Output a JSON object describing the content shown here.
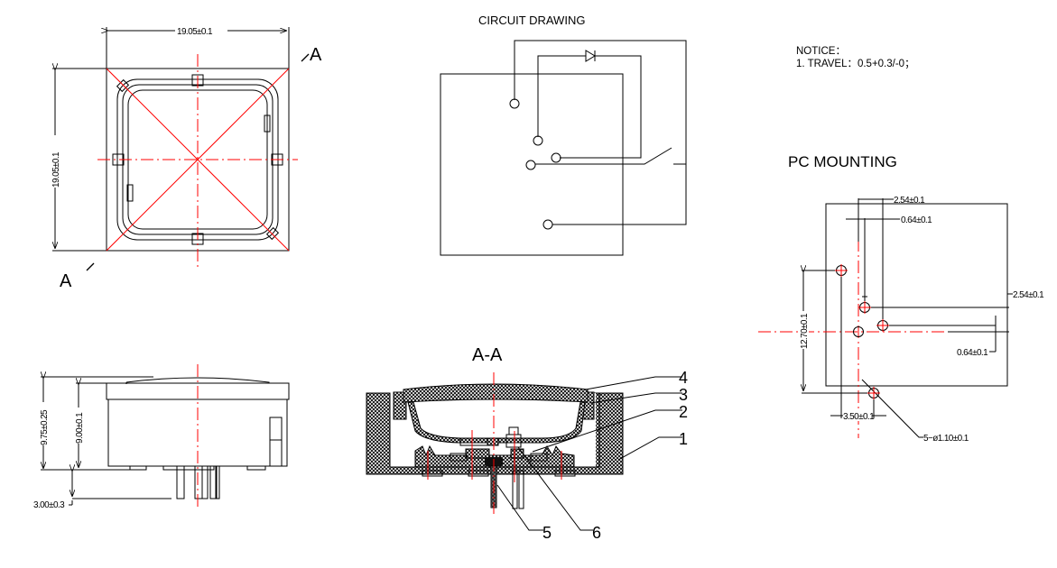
{
  "top_view": {
    "width_dim": "19.05±0.1",
    "height_dim": "19.05±0.1",
    "section_mark_top": "A",
    "section_mark_bottom": "A"
  },
  "circuit": {
    "title": "CIRCUIT  DRAWING"
  },
  "notice": {
    "heading": "NOTICE：",
    "line1": "1. TRAVEL：0.5+0.3/-0；"
  },
  "pc_mounting": {
    "title": "PC    MOUNTING",
    "dims": {
      "top_pitch": "2.54±0.1",
      "top_offset": "0.64±0.1",
      "right_pitch": "2.54±0.1",
      "right_offset": "0.64±0.1",
      "vertical_span": "12.70±0.1",
      "horizontal_span": "3.50±0.1",
      "hole_callout": "5−ø1.10±0.1"
    }
  },
  "side_view": {
    "total_height": "9.75±0.25",
    "body_height": "9.00±0.1",
    "pin_length": "3.00±0.3"
  },
  "section": {
    "title": "A-A",
    "callouts": [
      "1",
      "2",
      "3",
      "4",
      "5",
      "6"
    ]
  }
}
